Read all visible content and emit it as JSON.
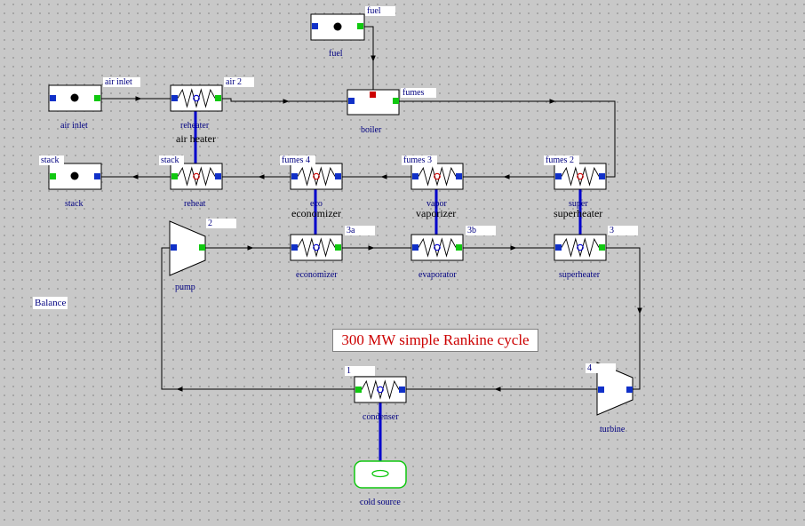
{
  "title": "300 MW simple Rankine cycle",
  "balance_label": "Balance",
  "components": {
    "fuel": "fuel",
    "boiler": "boiler",
    "air_inlet": "air inlet",
    "reheater": "reheater",
    "air_heater": "air heater",
    "stack": "stack",
    "reheat": "reheat",
    "eco": "eco",
    "economizer_sub": "economizer",
    "vapor": "vapor",
    "vaporizer_sub": "vaporizer",
    "super": "super",
    "superheater_sub": "superheater",
    "economizer": "economizer",
    "evaporator": "evaporator",
    "superheater": "superheater",
    "pump": "pump",
    "turbine": "turbine",
    "condenser": "condenser",
    "cold_source": "cold source"
  },
  "points": {
    "fuel": "fuel",
    "fumes": "fumes",
    "air_inlet": "air inlet",
    "air2": "air 2",
    "stack": "stack",
    "stack2": "stack",
    "fumes4": "fumes 4",
    "fumes3": "fumes 3",
    "fumes2": "fumes 2",
    "p2": "2",
    "p3a": "3a",
    "p3b": "3b",
    "p3": "3",
    "p4": "4",
    "p1": "1"
  },
  "colors": {
    "link": "#0000cc",
    "inlet_port": "#1030c8",
    "outlet_port": "#10c810",
    "fuel_port": "#cc0000",
    "title": "#cc0000",
    "cold_source": "#10c810"
  }
}
